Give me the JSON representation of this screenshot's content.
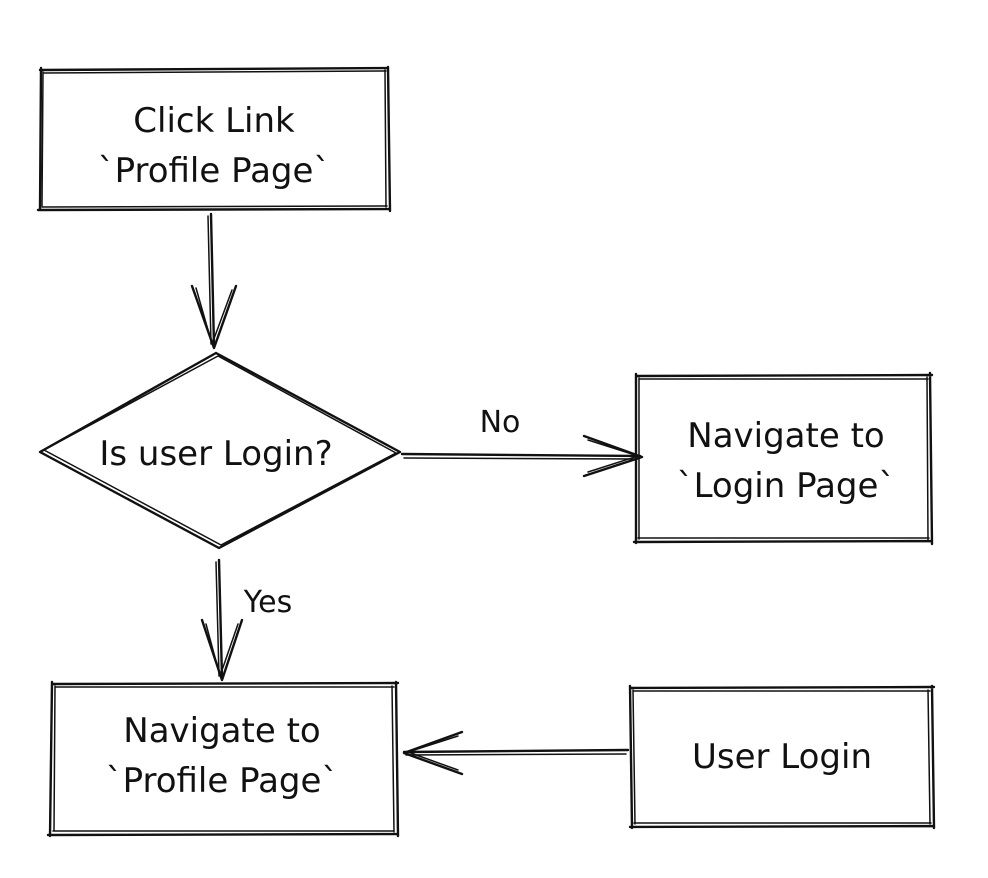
{
  "nodes": {
    "click_link": {
      "lines": [
        "Click Link",
        "`Profile Page`"
      ]
    },
    "is_user_login": {
      "lines": [
        "Is user Login?"
      ]
    },
    "navigate_login": {
      "lines": [
        "Navigate to",
        "`Login Page`"
      ]
    },
    "navigate_profile": {
      "lines": [
        "Navigate to",
        "`Profile Page`"
      ]
    },
    "user_login": {
      "lines": [
        "User Login"
      ]
    }
  },
  "edges": {
    "no_label": "No",
    "yes_label": "Yes"
  },
  "colors": {
    "stroke": "#111111",
    "background": "#ffffff"
  }
}
